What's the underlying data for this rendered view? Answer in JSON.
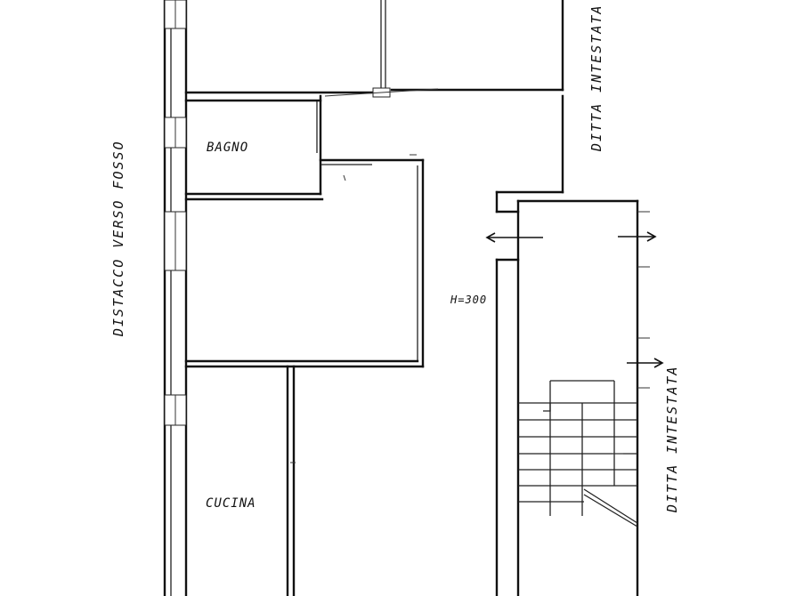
{
  "labels": {
    "bagno": "BAGNO",
    "cucina": "CUCINA",
    "distacco": "DISTACCO VERSO FOSSO",
    "ditta_top": "DITTA INTESTATA",
    "ditta_bottom": "DITTA INTESTATA",
    "height": "H=300"
  },
  "colors": {
    "ink": "#111111",
    "paper": "#ffffff"
  }
}
